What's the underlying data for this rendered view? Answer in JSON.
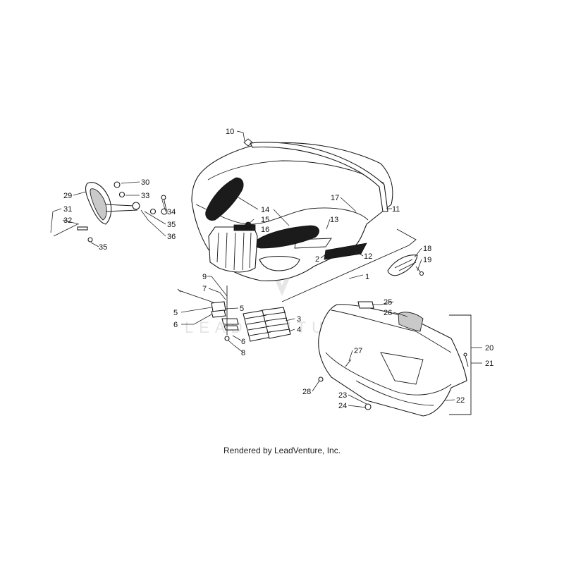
{
  "watermark": "LEADVENTURE",
  "credit": "Rendered by LeadVenture, Inc.",
  "callouts": [
    "1",
    "2",
    "3",
    "4",
    "5",
    "5",
    "6",
    "6",
    "7",
    "8",
    "9",
    "10",
    "11",
    "12",
    "13",
    "14",
    "15",
    "16",
    "17",
    "18",
    "19",
    "20",
    "21",
    "22",
    "23",
    "24",
    "25",
    "26",
    "27",
    "28",
    "29",
    "30",
    "31",
    "32",
    "33",
    "34",
    "35",
    "35",
    "36"
  ]
}
